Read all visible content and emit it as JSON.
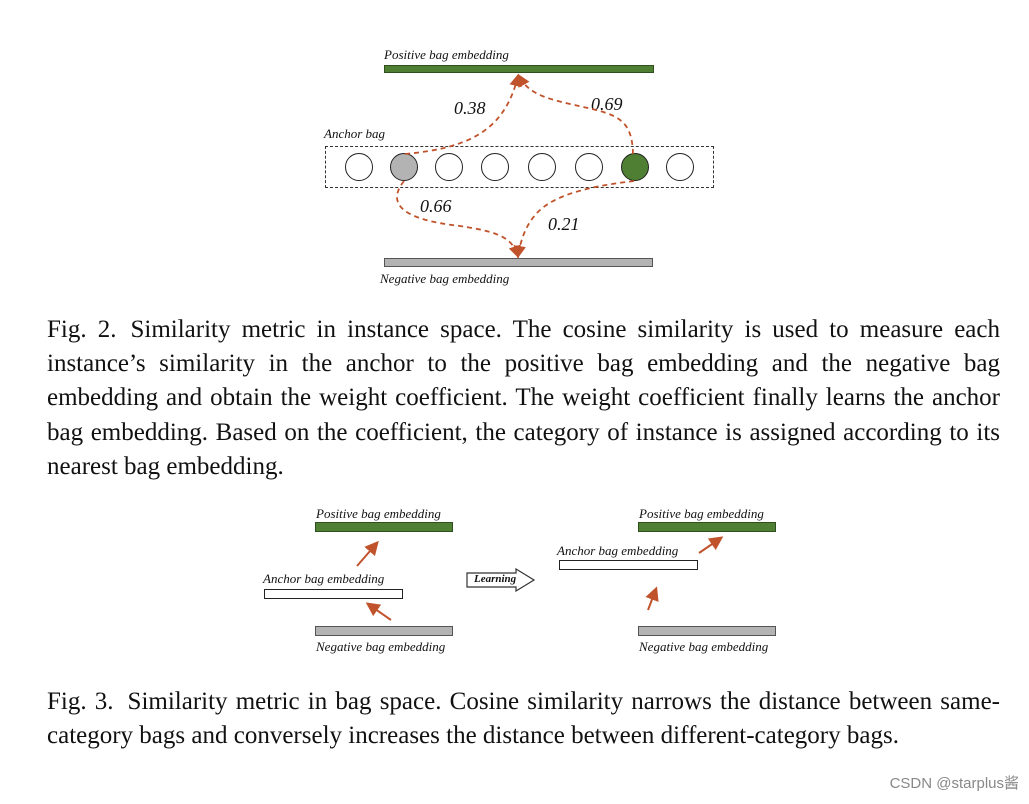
{
  "colors": {
    "positive": "#4e7f33",
    "negative": "#b3b3b3",
    "arrow": "#c0532b"
  },
  "fig2": {
    "positive_label": "Positive bag embedding",
    "negative_label": "Negative bag embedding",
    "anchor_label": "Anchor bag",
    "instance_count": 8,
    "highlighted": {
      "negative_like_index": 1,
      "positive_like_index": 6
    },
    "similarities": {
      "gray_to_positive": "0.38",
      "green_to_positive": "0.69",
      "gray_to_negative": "0.66",
      "green_to_negative": "0.21"
    },
    "caption_title": "Fig. 2.",
    "caption_text": "Similarity metric in instance space. The cosine similarity is used to measure each instance’s similarity in the anchor to the positive bag embedding and the negative bag embedding and obtain the weight coefficient. The weight coefficient finally learns the anchor bag embedding. Based on the coefficient, the category of instance is assigned according to its nearest bag embedding."
  },
  "fig3": {
    "left": {
      "positive_label": "Positive bag embedding",
      "anchor_label": "Anchor bag embedding",
      "negative_label": "Negative bag embedding"
    },
    "arrow_label": "Learning",
    "right": {
      "positive_label": "Positive bag embedding",
      "anchor_label": "Anchor bag embedding",
      "negative_label": "Negative bag embedding"
    },
    "caption_title": "Fig. 3.",
    "caption_text": "Similarity metric in bag space. Cosine similarity narrows the distance between same-category bags and conversely increases the distance between different-category bags."
  },
  "watermark": "CSDN @starplus酱"
}
